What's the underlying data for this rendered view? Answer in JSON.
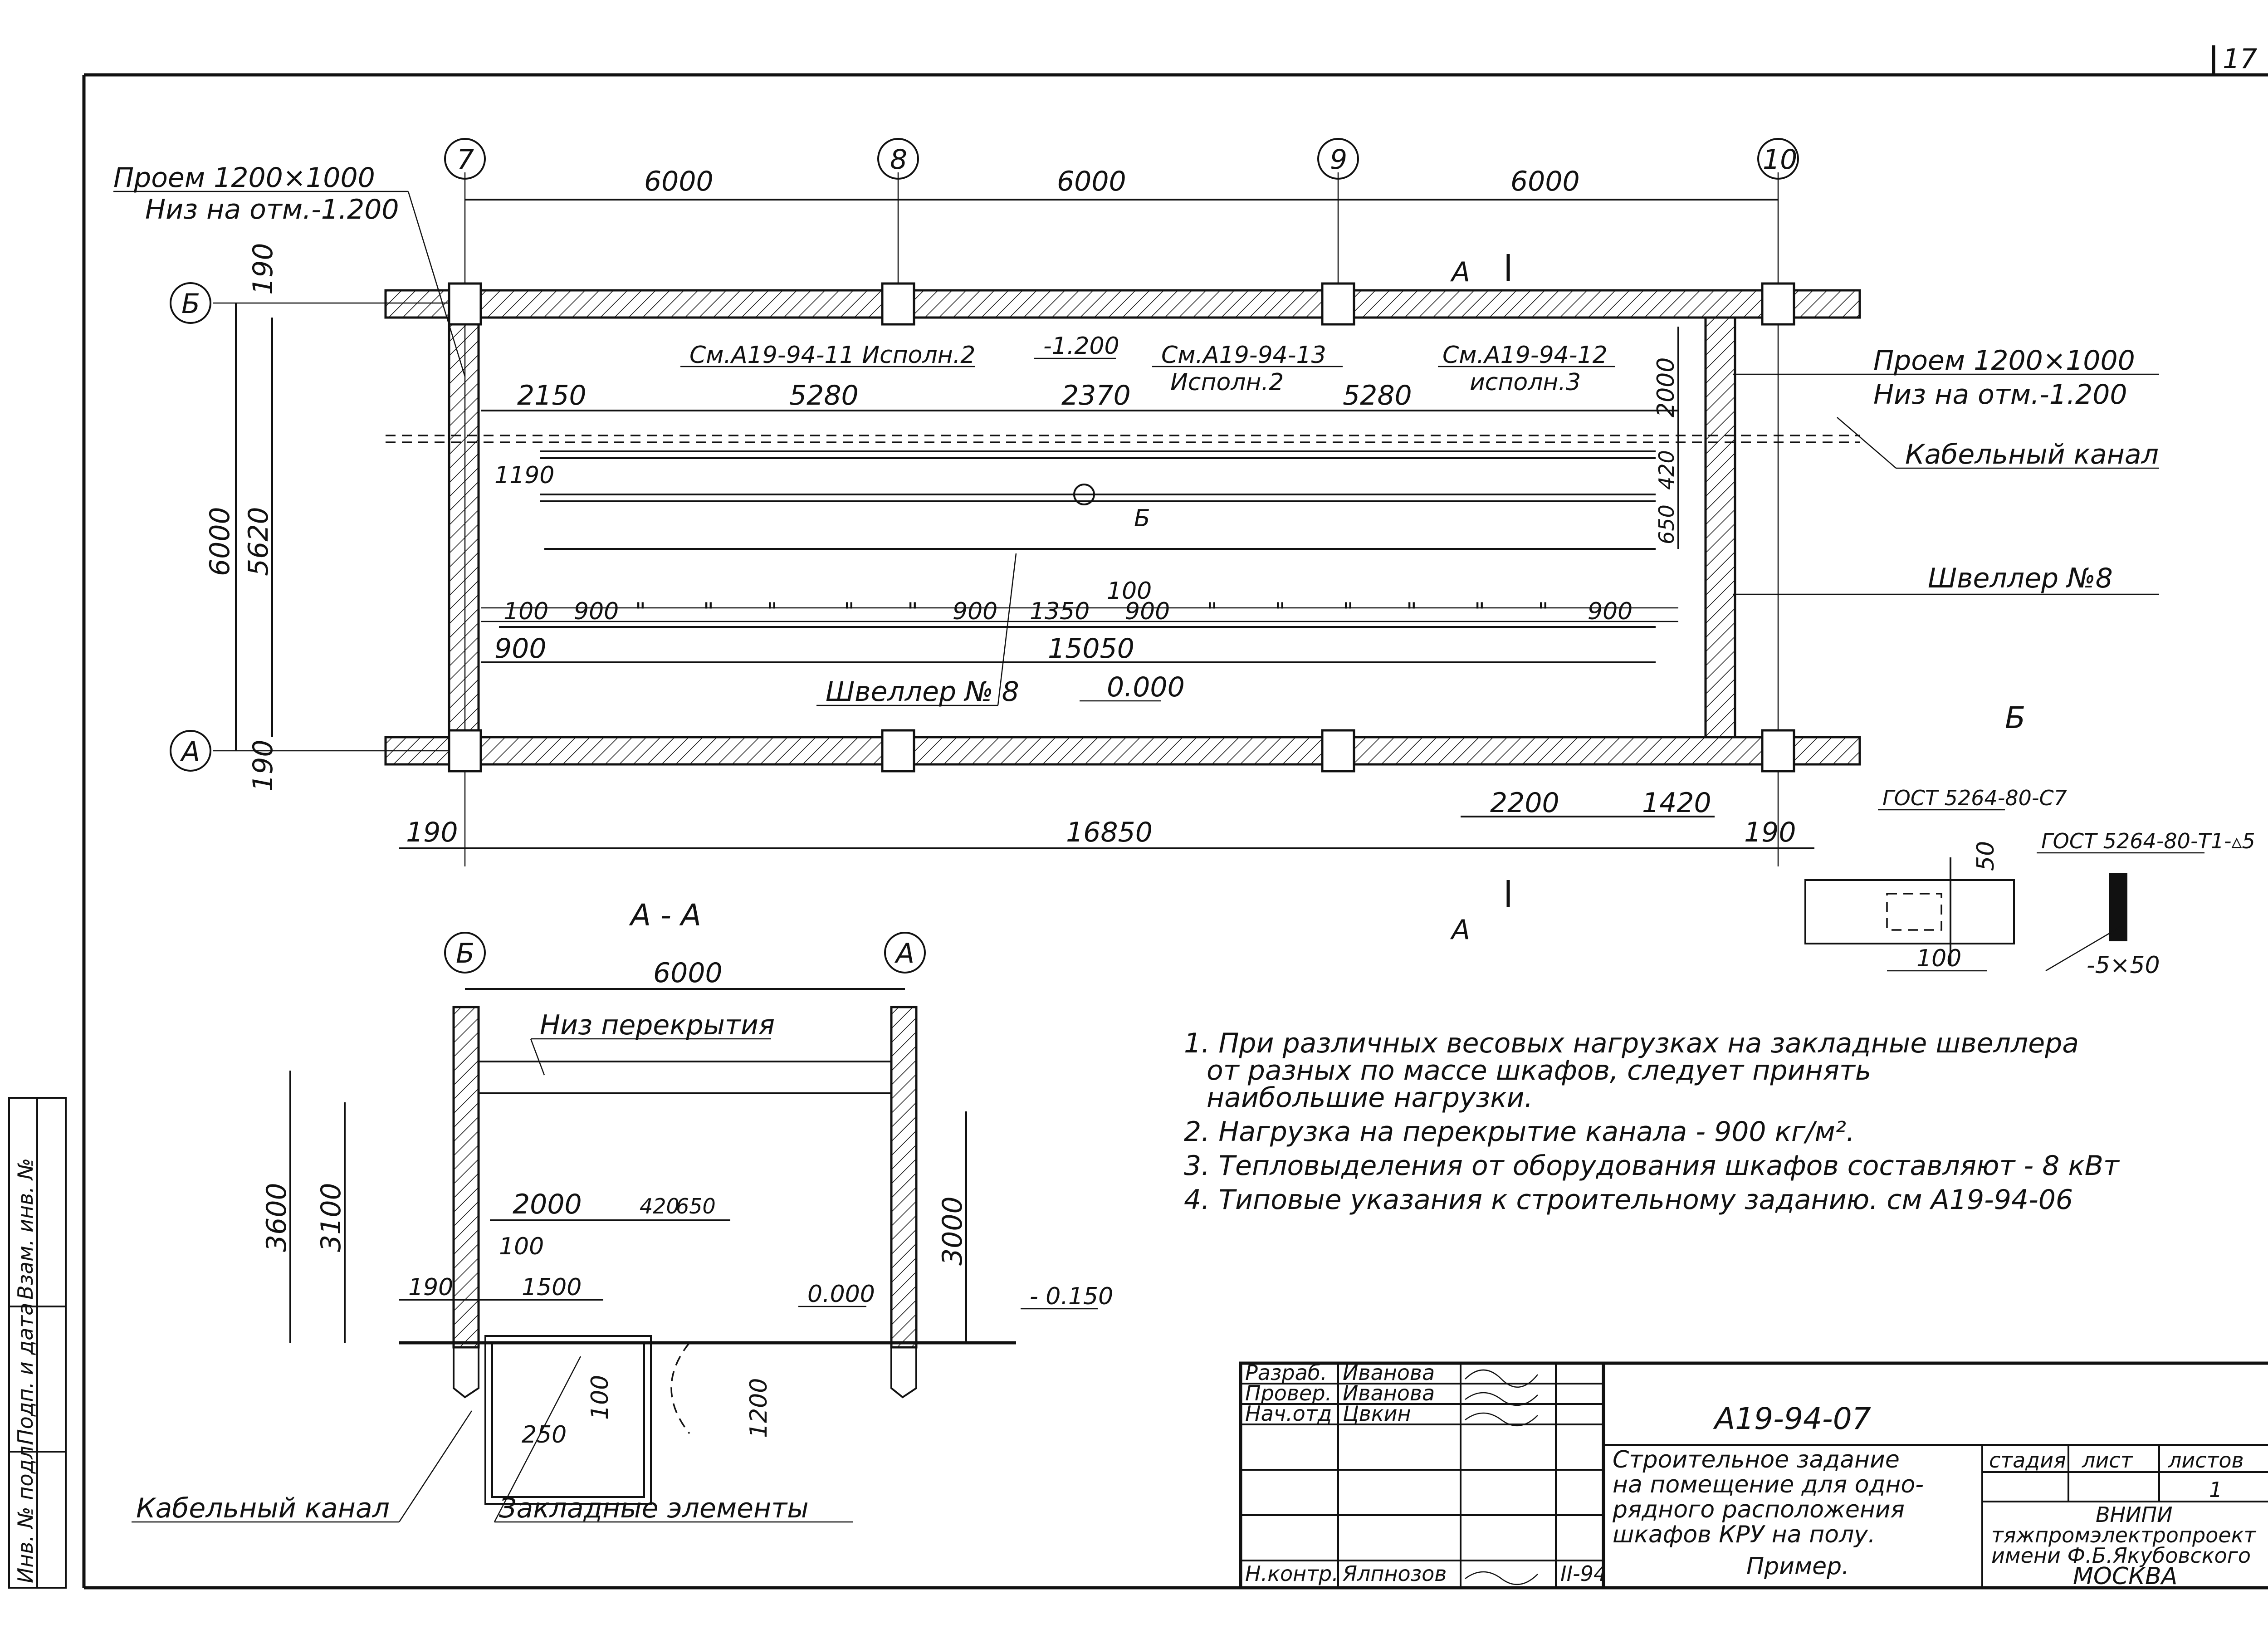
{
  "sheet_number": "17",
  "axes": {
    "plan_numbers": [
      "7",
      "8",
      "9",
      "10"
    ],
    "plan_letters": [
      "Б",
      "А"
    ],
    "section_letters": [
      "Б",
      "А"
    ]
  },
  "plan": {
    "bay_dims": [
      "6000",
      "6000",
      "6000"
    ],
    "opening_left": [
      "Проем 1200×1000",
      "Низ на отм.-1.200"
    ],
    "opening_right": [
      "Проем 1200×1000",
      "Низ на отм.-1.200"
    ],
    "cable_channel": "Кабельный канал",
    "channel_right": "Швеллер №8",
    "channel_bottom": "Швеллер № 8",
    "see_refs": [
      "См.А19-94-11 Исполн.2",
      "См.А19-94-13",
      "Исполн.2",
      "См.А19-94-12",
      "исполн.3"
    ],
    "level_minus": "-1.200",
    "level_zero": "0.000",
    "section_mark": "А",
    "node_mark": "Б",
    "left_vertical": [
      "190",
      "6000",
      "5620",
      "190"
    ],
    "top_row": [
      "2150",
      "5280",
      "2370",
      "5280"
    ],
    "right_vertical": [
      "2000",
      "420",
      "650"
    ],
    "left_small": "1190",
    "cab_row": [
      "100",
      "900",
      "\"",
      "\"",
      "\"",
      "\"",
      "\"",
      "900",
      "1350",
      "100",
      "900",
      "\"",
      "\"",
      "\"",
      "\"",
      "\"",
      "\"",
      "900"
    ],
    "dim_900": "900",
    "dim_15050": "15050",
    "bottom_row": [
      "190",
      "16850",
      "2200",
      "1420",
      "190"
    ]
  },
  "detail": {
    "label": "Б",
    "gost1": "ГОСТ 5264-80-С7",
    "gost2": "ГОСТ 5264-80-Т1-▵5",
    "dim_50": "50",
    "dim_100": "100",
    "plate": "-5×50"
  },
  "section": {
    "title": "А - А",
    "span": "6000",
    "slab": "Низ перекрытия",
    "dims_left": [
      "3600",
      "3100"
    ],
    "dim_right": "3000",
    "dims_top": [
      "2000",
      "420",
      "650"
    ],
    "dims_small": [
      "100",
      "190",
      "1500"
    ],
    "level_zero": "0.000",
    "level_minus": "- 0.150",
    "pit": [
      "100",
      "250",
      "1200"
    ],
    "cable_channel": "Кабельный канал",
    "embedded": "Закладные   элементы"
  },
  "notes": [
    "1. При различных весовых нагрузках на закладные  швеллера",
    "от разных по массе шкафов, следует принять",
    "наибольшие нагрузки.",
    "2. Нагрузка  на перекрытие канала - 900  кг/м².",
    "3. Тепловыделения  от  оборудования  шкафов  составляют - 8 кВт",
    "4. Типовые  указания  к строительному  заданию. см А19-94-06"
  ],
  "side_stamp": [
    "Инв. № подл.",
    "Подп. и дата",
    "Взам. инв. №"
  ],
  "title_block": {
    "rows": [
      {
        "role": "Разраб.",
        "name": "Иванова"
      },
      {
        "role": "Провер.",
        "name": "Иванова"
      },
      {
        "role": "Нач.отд",
        "name": "Цвкин"
      }
    ],
    "control": {
      "role": "Н.контр.",
      "name": "Ялпнозов",
      "date": "II-94"
    },
    "doc_code": "А19-94-07",
    "description": [
      "Строительное  задание",
      "на помещение для одно-",
      "рядного расположения",
      "шкафов КРУ на полу.",
      "Пример."
    ],
    "col_heads": [
      "стадия",
      "лист",
      "листов"
    ],
    "sheet_no": "1",
    "org": [
      "ВНИПИ",
      "тяжпромэлектропроект",
      "имени Ф.Б.Якубовского",
      "МОСКВА"
    ]
  }
}
